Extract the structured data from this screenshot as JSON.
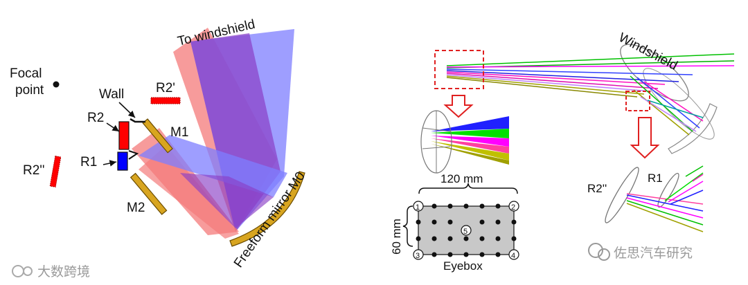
{
  "left_panel": {
    "focal_point": [
      "Focal",
      "point"
    ],
    "wall": "Wall",
    "r2": "R2",
    "r1": "R1",
    "r2_prime": "R2'",
    "r2_double_prime": "R2''",
    "m1": "M1",
    "m2": "M2",
    "to_windshield": "To windshield",
    "freeform_mirror": "Freeform mirror M0"
  },
  "right_panel": {
    "windshield": "Windshield",
    "r1": "R1",
    "r2_double_prime": "R2''",
    "eyebox_width": "120 mm",
    "eyebox_height": "60 mm",
    "eyebox_label": "Eyebox",
    "corner_1": "1",
    "corner_2": "2",
    "corner_3": "3",
    "corner_4": "4",
    "center_5": "5"
  },
  "watermarks": {
    "left": "大数跨境",
    "right": "佐思汽车研究"
  },
  "colors": {
    "red_beam": "#f47a7a",
    "blue_beam": "#7d7dff",
    "purple_overlap": "#8a3fc6",
    "mirror_gold": "#d8a520",
    "emitter_red": "#ff0000",
    "emitter_blue": "#0000ff",
    "dashed_red": "#e02020"
  }
}
